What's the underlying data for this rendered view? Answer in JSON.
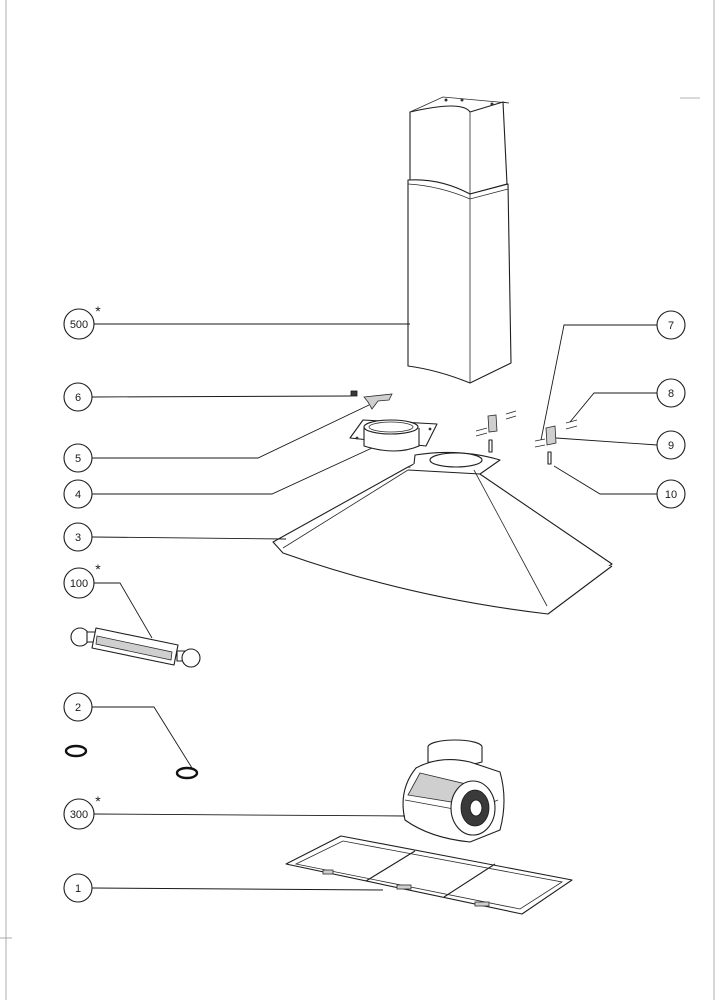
{
  "callouts": [
    {
      "id": "c500",
      "label": "500",
      "star": "*"
    },
    {
      "id": "c6",
      "label": "6",
      "star": ""
    },
    {
      "id": "c5",
      "label": "5",
      "star": ""
    },
    {
      "id": "c4",
      "label": "4",
      "star": ""
    },
    {
      "id": "c3",
      "label": "3",
      "star": ""
    },
    {
      "id": "c100",
      "label": "100",
      "star": "*"
    },
    {
      "id": "c2",
      "label": "2",
      "star": ""
    },
    {
      "id": "c300",
      "label": "300",
      "star": "*"
    },
    {
      "id": "c1",
      "label": "1",
      "star": ""
    },
    {
      "id": "c7",
      "label": "7",
      "star": ""
    },
    {
      "id": "c8",
      "label": "8",
      "star": ""
    },
    {
      "id": "c9",
      "label": "9",
      "star": ""
    },
    {
      "id": "c10",
      "label": "10",
      "star": ""
    }
  ]
}
